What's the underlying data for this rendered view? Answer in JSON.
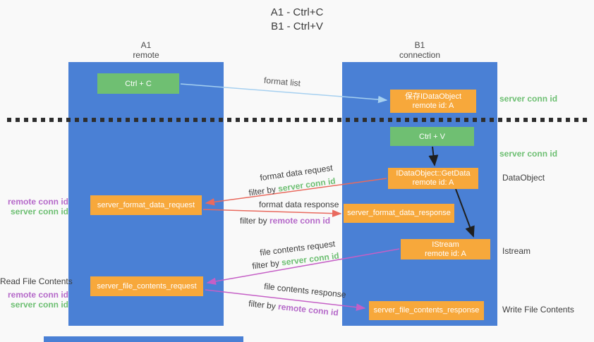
{
  "title": {
    "line1": "A1 - Ctrl+C",
    "line2": "B1 - Ctrl+V"
  },
  "columns": {
    "a1": {
      "header1": "A1",
      "header2": "remote"
    },
    "b1": {
      "header1": "B1",
      "header2": "connection"
    }
  },
  "buttons": {
    "ctrl_c": "Ctrl + C",
    "ctrl_v": "Ctrl + V"
  },
  "boxes": {
    "save_idataobject": {
      "line1": "保存IDataObject",
      "line2": "remote id: A"
    },
    "getdata": {
      "line1": "IDataObject::GetData",
      "line2": "remote id: A"
    },
    "istream": {
      "line1": "IStream",
      "line2": "remote id: A"
    },
    "format_request": "server_format_data_request",
    "format_response": "server_format_data_response",
    "file_request": "server_file_contents_request",
    "file_response": "server_file_contents_response"
  },
  "arrow_labels": {
    "format_list": "format list",
    "format_data_request": "format data request",
    "format_data_response": "format data response",
    "file_contents_request": "file contents request",
    "file_contents_response": "file contents response",
    "filter_by": "filter by ",
    "server_conn_id": "server conn id",
    "remote_conn_id": "remote conn id"
  },
  "side_labels": {
    "right": {
      "server_conn_id_top": "server conn id",
      "server_conn_id_mid": "server conn id",
      "dataobject": "DataObject",
      "istream": "Istream",
      "write_file_contents": "Write File Contents"
    },
    "left": {
      "remote_conn_id_top": "remote conn id",
      "server_conn_id_top": "server conn id",
      "read_file_contents": "Read File Contents",
      "remote_conn_id_bottom": "remote conn id",
      "server_conn_id_bottom": "server conn id"
    }
  },
  "colors": {
    "column_blue": "#4a80d5",
    "button_green": "#6fbf72",
    "box_orange": "#f7a83b",
    "arrow_red": "#e96a5e",
    "arrow_magenta": "#c55fc6",
    "arrow_lightblue": "#a6d0f0",
    "arrow_black": "#1f1f1f",
    "id_green": "#6dbf72",
    "id_purple": "#b569c9",
    "background": "#f9f9f9"
  }
}
